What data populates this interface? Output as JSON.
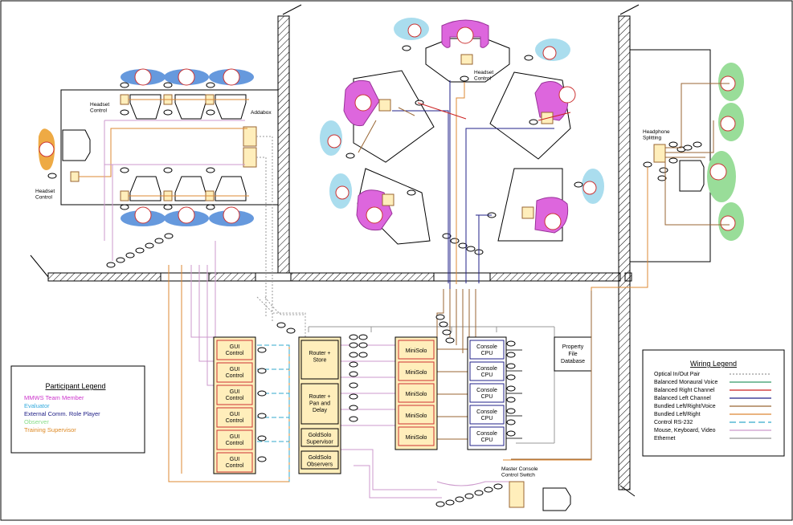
{
  "labels": {
    "headset_control_left": "Headset Control",
    "headset_control_left_lower": "Headset Control",
    "addabox": "Addabox",
    "headset_control_center": "Headset Control",
    "headphone_splitting": "Headphone Splitting",
    "property_file_database": "Property File Database",
    "master_console_control_switch": "Master Console Control Switch"
  },
  "gui_controls": [
    "GUI Control",
    "GUI Control",
    "GUI Control",
    "GUI Control",
    "GUI Control",
    "GUI Control"
  ],
  "router_boxes": [
    "Router + Store",
    "Router + Pan and Delay",
    "GoldSolo Supervisor",
    "GoldSolo Observers"
  ],
  "minisolo": [
    "MiniSolo",
    "MiniSolo",
    "MiniSolo",
    "MiniSolo",
    "MiniSolo"
  ],
  "console_cpu": [
    "Console CPU",
    "Console CPU",
    "Console CPU",
    "Console CPU",
    "Console CPU"
  ],
  "participant_legend": {
    "title": "Participant Legend",
    "items": [
      {
        "label": "MMWS Team Member",
        "color": "#cc33cc"
      },
      {
        "label": "Evaluator",
        "color": "#33aadd"
      },
      {
        "label": "External Comm. Role Player",
        "color": "#222288"
      },
      {
        "label": "Observer",
        "color": "#88dd88"
      },
      {
        "label": "Training Supervisor",
        "color": "#dd8822"
      }
    ]
  },
  "wiring_legend": {
    "title": "Wiring Legend",
    "items": [
      {
        "label": "Optical In/Out Pair",
        "color": "#999999",
        "style": "dotted"
      },
      {
        "label": "Balanced Monaural Voice",
        "color": "#339966",
        "style": "solid"
      },
      {
        "label": "Balanced Right Channel",
        "color": "#cc2222",
        "style": "solid"
      },
      {
        "label": "Balanced Left Channel",
        "color": "#222288",
        "style": "solid"
      },
      {
        "label": "Bundled Left/Right/Voice",
        "color": "#996633",
        "style": "solid"
      },
      {
        "label": "Bundled Left/Right",
        "color": "#dd8833",
        "style": "solid"
      },
      {
        "label": "Control RS-232",
        "color": "#33aacc",
        "style": "dashed"
      },
      {
        "label": "Mouse, Keyboard, Video",
        "color": "#cc99cc",
        "style": "solid"
      },
      {
        "label": "Ethernet",
        "color": "#999999",
        "style": "solid"
      }
    ]
  }
}
